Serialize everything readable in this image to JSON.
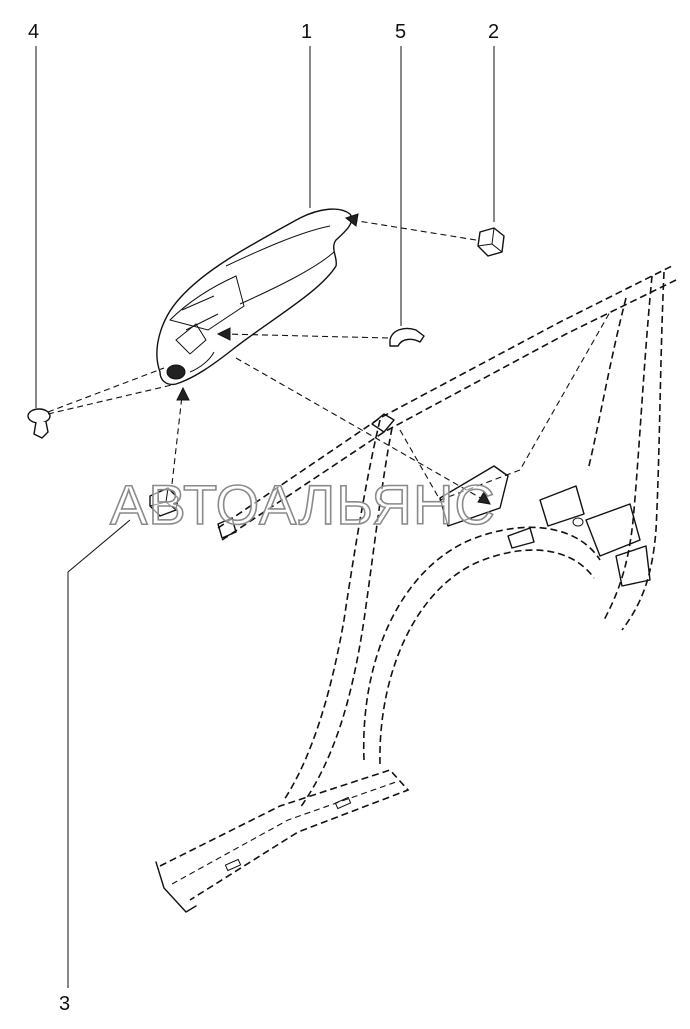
{
  "diagram": {
    "callouts": {
      "part_1": "1",
      "part_2": "2",
      "part_3": "3",
      "part_4": "4",
      "part_5": "5"
    },
    "watermark": "АВТОАЛЬЯНС"
  }
}
